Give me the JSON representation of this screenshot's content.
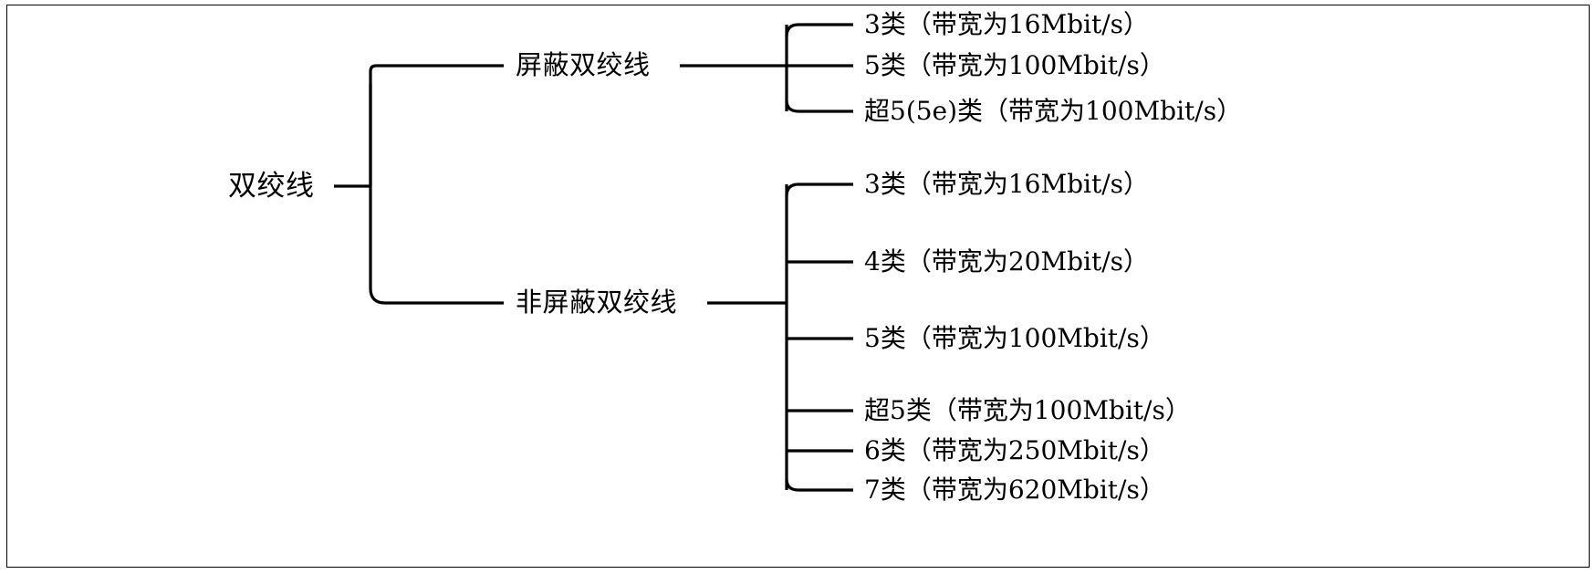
{
  "diagram": {
    "type": "tree",
    "orientation": "left-to-right",
    "root": {
      "label": "双绞线"
    },
    "branches": [
      {
        "label": "屏蔽双绞线",
        "leaves": [
          {
            "label": "3类（带宽为16Mbit/s）"
          },
          {
            "label": "5类（带宽为100Mbit/s）"
          },
          {
            "label": "超5(5e)类（带宽为100Mbit/s）"
          }
        ]
      },
      {
        "label": "非屏蔽双绞线",
        "leaves": [
          {
            "label": "3类（带宽为16Mbit/s）"
          },
          {
            "label": "4类（带宽为20Mbit/s）"
          },
          {
            "label": "5类（带宽为100Mbit/s）"
          },
          {
            "label": "超5类（带宽为100Mbit/s）"
          },
          {
            "label": "6类（带宽为250Mbit/s）"
          },
          {
            "label": "7类（带宽为620Mbit/s）"
          }
        ]
      }
    ],
    "style": {
      "line_color": "#000000",
      "text_color": "#000000",
      "background": "#ffffff",
      "border_color": "#000000"
    }
  }
}
